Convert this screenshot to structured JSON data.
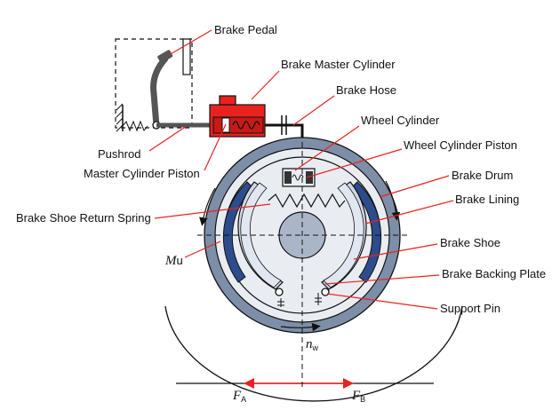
{
  "labels": {
    "brake_pedal": "Brake Pedal",
    "brake_master_cylinder": "Brake Master Cylinder",
    "brake_hose": "Brake Hose",
    "wheel_cylinder": "Wheel Cylinder",
    "wheel_cylinder_piston": "Wheel Cylinder Piston",
    "brake_drum": "Brake Drum",
    "brake_lining": "Brake Lining",
    "brake_shoe_return_spring": "Brake Shoe Return Spring",
    "brake_shoe": "Brake Shoe",
    "brake_backing_plate": "Brake Backing Plate",
    "support_pin": "Support Pin",
    "pushrod": "Pushrod",
    "master_cylinder_piston": "Master Cylinder Piston"
  },
  "symbols": {
    "mu": "M",
    "mu_sub": "u",
    "nw": "n",
    "nw_sub": "w",
    "fa": "F",
    "fa_sub": "A",
    "fb": "F",
    "fb_sub": "B"
  },
  "colors": {
    "leader": "#e8231f",
    "drum_ring": "#7d8ea8",
    "lining": "#2c4c8c",
    "shoe": "#cfd8e6",
    "master_cylinder": "#e8231f",
    "hub": "#aab6c8"
  }
}
